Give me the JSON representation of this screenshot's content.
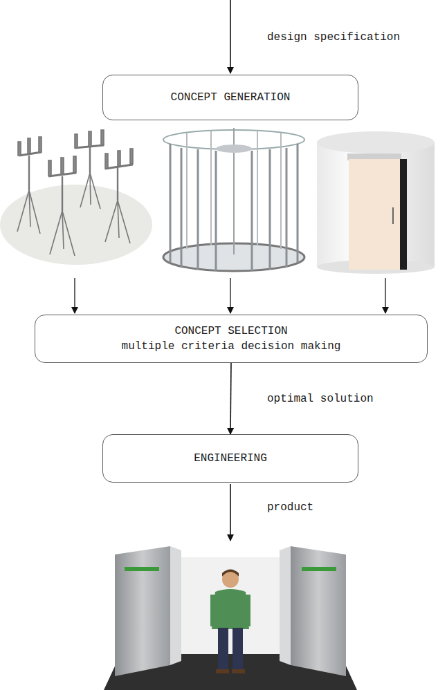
{
  "diagram": {
    "nodes": [
      {
        "text": [
          "CONCEPT GENERATION"
        ]
      },
      {
        "text": [
          "CONCEPT SELECTION",
          "multiple criteria decision making"
        ]
      },
      {
        "text": [
          "ENGINEERING"
        ]
      }
    ],
    "edges": [
      {
        "from": 1,
        "to": 2,
        "arrow": "to",
        "label": "optimal solution"
      }
    ],
    "labels": [
      "design specification",
      "product"
    ]
  }
}
